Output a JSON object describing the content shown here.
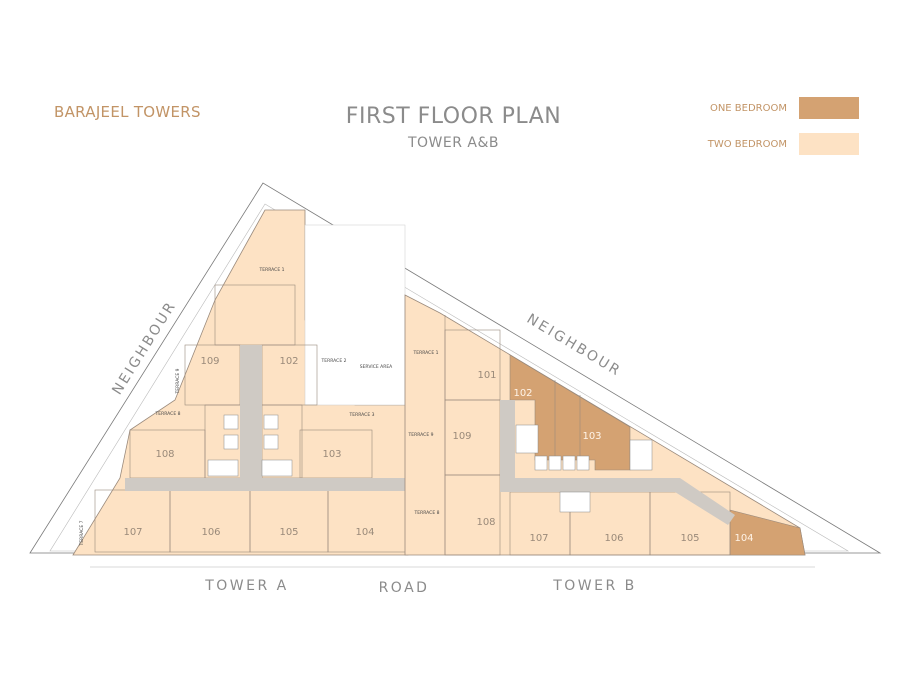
{
  "header": {
    "brand": "BARAJEEL TOWERS",
    "title": "FIRST FLOOR PLAN",
    "subtitle": "TOWER A&B"
  },
  "legend": [
    {
      "label": "ONE BEDROOM",
      "color": "#d4a272"
    },
    {
      "label": "TWO BEDROOM",
      "color": "#fde2c4"
    }
  ],
  "colors": {
    "corridor": "#cfcac4",
    "outline": "#7a7a7a",
    "wall": "#9a8a7c"
  },
  "labels": {
    "neighbour_left": "NEIGHBOUR",
    "neighbour_right": "NEIGHBOUR",
    "tower_a": "TOWER A",
    "road": "ROAD",
    "tower_b": "TOWER B"
  },
  "tower_a": {
    "units": [
      "109",
      "102",
      "108",
      "103",
      "107",
      "106",
      "105",
      "104"
    ],
    "terraces": [
      "TERRACE 1",
      "TERRACE 2",
      "TERRACE 3",
      "TERRACE 8",
      "TERRACE 9",
      "TERRACE 7"
    ],
    "service_area": "SERVICE AREA"
  },
  "tower_b": {
    "units": [
      "101",
      "102",
      "103",
      "109",
      "108",
      "107",
      "106",
      "105",
      "104"
    ],
    "terraces": [
      "TERRACE 1",
      "TERRACE 9",
      "TERRACE 8"
    ]
  }
}
